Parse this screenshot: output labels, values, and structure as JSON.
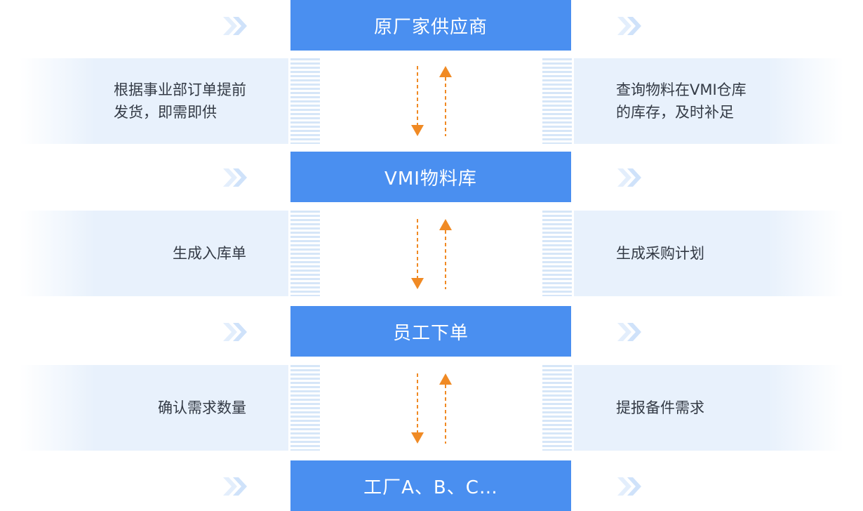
{
  "steps": [
    {
      "label": "原厂家供应商"
    },
    {
      "label": "VMI物料库"
    },
    {
      "label": "员工下单"
    },
    {
      "label": "工厂A、B、C…"
    }
  ],
  "transitions": [
    {
      "left": "根据事业部订单提前\n发货，即需即供",
      "right": "查询物料在VMI仓库\n的库存，及时补足"
    },
    {
      "left": "生成入库单",
      "right": "生成采购计划"
    },
    {
      "left": "确认需求数量",
      "right": "提报备件需求"
    }
  ],
  "colors": {
    "box": "#4a8ff0",
    "panel": "#e8f1fc",
    "arrow": "#f08a24",
    "chevron": "#d7e7fb"
  },
  "icons": {
    "chevron": "double-chevron-right-icon",
    "arrow_down": "dashed-arrow-down-icon",
    "arrow_up": "dashed-arrow-up-icon"
  }
}
